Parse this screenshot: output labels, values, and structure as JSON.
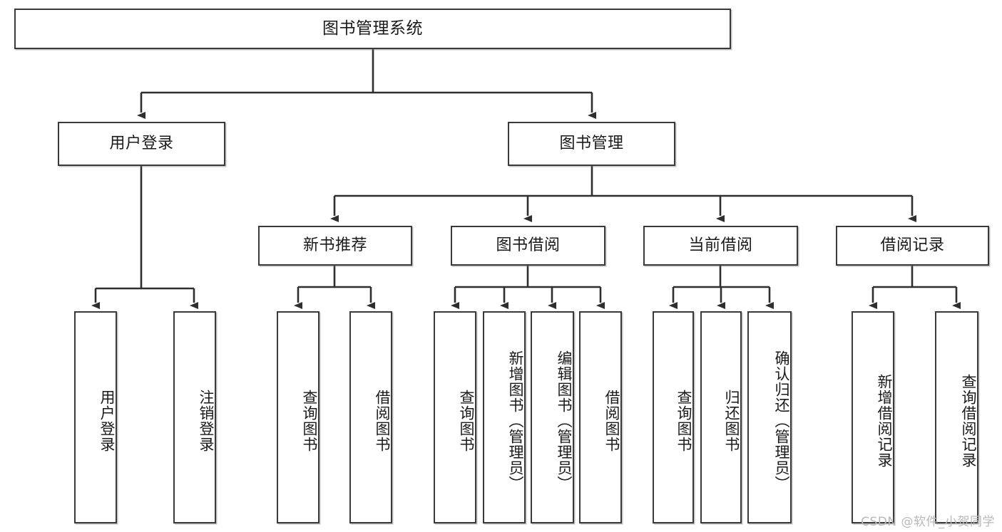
{
  "diagram": {
    "title": "图书管理系统",
    "type": "tree-hierarchy-chart",
    "line_color": "#3a3a3a",
    "box_fill": "#ffffff",
    "nodes": {
      "root": {
        "label": "图书管理系统"
      },
      "level2": [
        {
          "label": "用户登录"
        },
        {
          "label": "图书管理"
        }
      ],
      "level3": [
        {
          "label": "新书推荐"
        },
        {
          "label": "图书借阅"
        },
        {
          "label": "当前借阅"
        },
        {
          "label": "借阅记录"
        }
      ],
      "leaves_user_login": [
        {
          "label": "用户登录"
        },
        {
          "label": "注销登录"
        }
      ],
      "leaves_new_book": [
        {
          "label": "查询图书"
        },
        {
          "label": "借阅图书"
        }
      ],
      "leaves_borrow": [
        {
          "label": "查询图书"
        },
        {
          "label": "新增图书（管理员）"
        },
        {
          "label": "编辑图书（管理员）"
        },
        {
          "label": "借阅图书"
        }
      ],
      "leaves_current": [
        {
          "label": "查询图书"
        },
        {
          "label": "归还图书"
        },
        {
          "label": "确认归还（管理员）"
        }
      ],
      "leaves_records": [
        {
          "label": "新增借阅记录"
        },
        {
          "label": "查询借阅记录"
        }
      ]
    },
    "watermark": "CSDN @软件_小贺同学"
  }
}
